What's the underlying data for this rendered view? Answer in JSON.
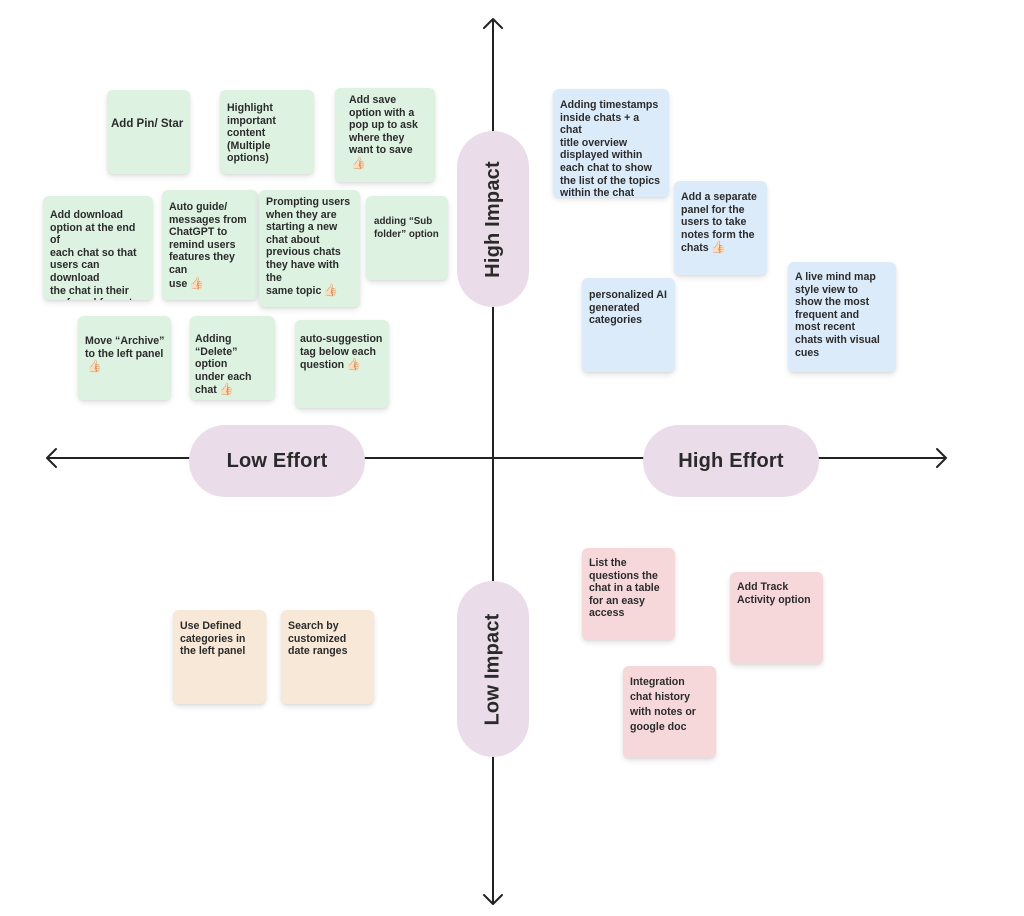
{
  "axes": {
    "x_left_label": "Low Effort",
    "x_right_label": "High Effort",
    "y_top_label": "High Impact",
    "y_bottom_label": "Low Impact"
  },
  "colors": {
    "axis_line": "#222222",
    "axis_pill": "#eadce9",
    "low_effort_high_impact": "#ddf2e1",
    "high_effort_high_impact": "#dcebfa",
    "low_effort_low_impact": "#f8e8d7",
    "high_effort_low_impact": "#f6d8db"
  },
  "notes": {
    "add_pin_star": {
      "text": "Add Pin/ Star",
      "thumb": ""
    },
    "highlight_content": {
      "text": "Highlight\nimportant\ncontent (Multiple\noptions)",
      "thumb": ""
    },
    "add_save_option": {
      "text": "Add save\noption with a\npop up to ask\nwhere they\nwant to save",
      "thumb": "👍🏻"
    },
    "add_download_option": {
      "text": "Add download\noption at the end of\neach chat so that\nusers can download\nthe chat in their\npreferred format",
      "thumb": ""
    },
    "auto_guide": {
      "text": "Auto guide/\nmessages from\nChatGPT to\nremind users\nfeatures they can\nuse",
      "thumb": "👍🏻"
    },
    "prompting_users": {
      "text": "Prompting users\nwhen they are\nstarting a new\nchat about\nprevious chats\nthey have with the\nsame topic",
      "thumb": "👍🏻"
    },
    "sub_folder": {
      "text": "adding “Sub\nfolder” option",
      "thumb": ""
    },
    "move_archive": {
      "text": "Move “Archive”\nto the left panel",
      "thumb": "👍🏻"
    },
    "adding_delete": {
      "text": "Adding\n“Delete” option\nunder each\nchat",
      "thumb": "👍🏻"
    },
    "auto_suggestion": {
      "text": "auto-suggestion\ntag below each\nquestion",
      "thumb": "👍🏻"
    },
    "timestamps": {
      "text": "Adding timestamps\ninside chats + a chat\ntitle overview\ndisplayed within\neach chat to show\nthe list of the topics\nwithin the chat",
      "thumb": ""
    },
    "separate_panel": {
      "text": "Add a separate\npanel for the\nusers to take\nnotes form the\nchats",
      "thumb": "👍🏻"
    },
    "personalized_ai": {
      "text": "personalized AI\ngenerated\ncategories",
      "thumb": ""
    },
    "mind_map": {
      "text": "A live mind map\nstyle view to\nshow the most\nfrequent and\nmost recent\nchats with visual\ncues",
      "thumb": ""
    },
    "defined_categories": {
      "text": "Use Defined\ncategories in\nthe left panel",
      "thumb": ""
    },
    "search_date": {
      "text": " Search by\ncustomized\ndate ranges",
      "thumb": ""
    },
    "list_questions": {
      "text": "List the\nquestions the\nchat in a table\nfor an easy\naccess",
      "thumb": ""
    },
    "track_activity": {
      "text": "Add Track\nActivity option",
      "thumb": ""
    },
    "integration": {
      "text": "Integration\nchat history\nwith notes or\ngoogle doc",
      "thumb": ""
    }
  }
}
